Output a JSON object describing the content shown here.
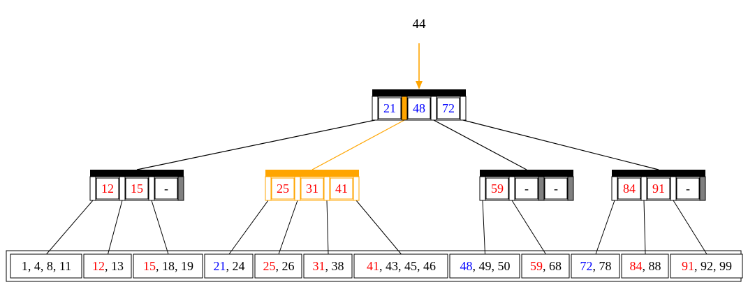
{
  "search_key": "44",
  "colors": {
    "path": "#FFA500",
    "line": "#000000",
    "key_red": "#FF0000",
    "key_blue": "#0000FF",
    "empty_slot": "#808080",
    "text": "#000000"
  },
  "root": {
    "keys": [
      "21",
      "48",
      "72"
    ],
    "key_color": "blue",
    "active_pointer": 1
  },
  "internal_nodes": [
    {
      "keys": [
        "12",
        "15",
        "-"
      ],
      "on_path": false
    },
    {
      "keys": [
        "25",
        "31",
        "41"
      ],
      "on_path": true
    },
    {
      "keys": [
        "59",
        "-",
        "-"
      ],
      "on_path": false
    },
    {
      "keys": [
        "84",
        "91",
        "-"
      ],
      "on_path": false
    }
  ],
  "leaves": [
    {
      "first": "",
      "first_color": "",
      "rest": "1, 4, 8, 11"
    },
    {
      "first": "12",
      "first_color": "red",
      "rest": ", 13"
    },
    {
      "first": "15",
      "first_color": "red",
      "rest": ", 18, 19"
    },
    {
      "first": "21",
      "first_color": "blue",
      "rest": ", 24"
    },
    {
      "first": "25",
      "first_color": "red",
      "rest": ", 26"
    },
    {
      "first": "31",
      "first_color": "red",
      "rest": ", 38"
    },
    {
      "first": "41",
      "first_color": "red",
      "rest": ", 43, 45, 46"
    },
    {
      "first": "48",
      "first_color": "blue",
      "rest": ", 49, 50"
    },
    {
      "first": "59",
      "first_color": "red",
      "rest": ", 68"
    },
    {
      "first": "72",
      "first_color": "blue",
      "rest": ", 78"
    },
    {
      "first": "84",
      "first_color": "red",
      "rest": ", 88"
    },
    {
      "first": "91",
      "first_color": "red",
      "rest": ", 92, 99"
    }
  ]
}
